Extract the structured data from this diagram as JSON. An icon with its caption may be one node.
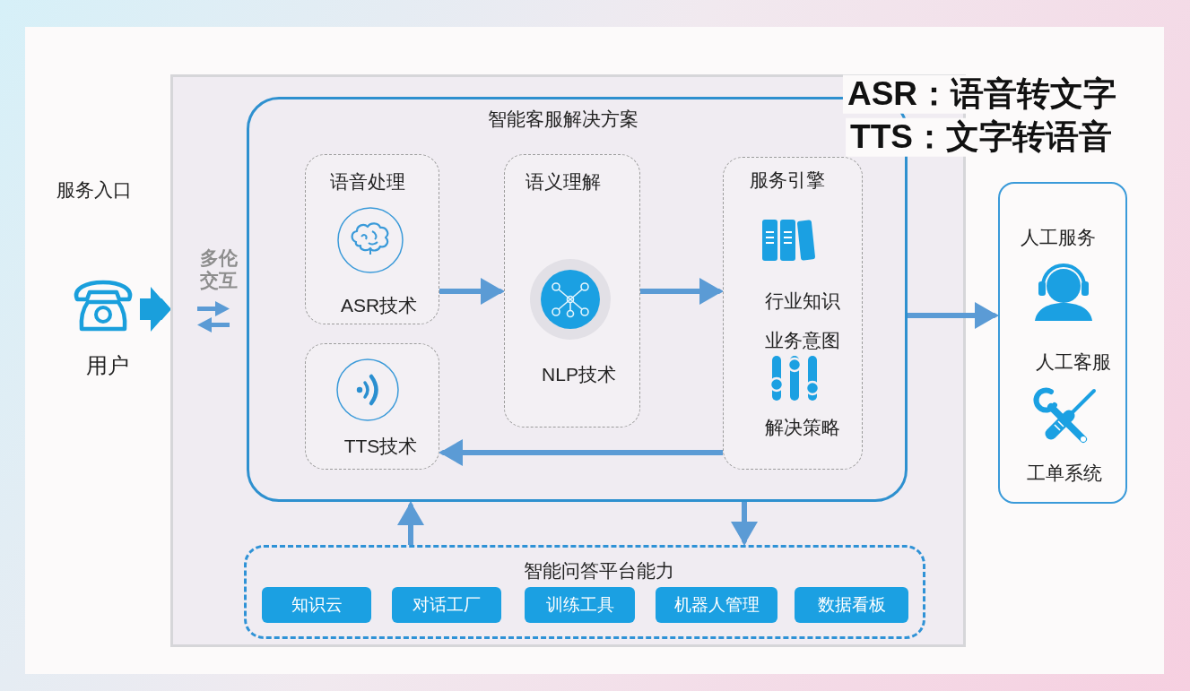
{
  "diagram": {
    "nodes": [
      {
        "text": [
          "用户"
        ]
      },
      {
        "text": [],
        "shape": "box"
      },
      {
        "text": [
          "智能客服解决方案"
        ],
        "in": 1
      },
      {
        "text": [
          "语音处理",
          "ASR技术"
        ],
        "in": 2
      },
      {
        "text": [
          "语义理解",
          "NLP技术"
        ],
        "in": 2
      },
      {
        "text": [
          "服务引擎",
          "行业知识",
          "业务意图",
          "解决策略"
        ],
        "in": 2
      },
      {
        "text": [
          "TTS技术"
        ],
        "in": 2
      },
      {
        "text": [
          "智能问答平台能力"
        ],
        "in": 1
      },
      {
        "text": [
          "知识云"
        ],
        "in": 7
      },
      {
        "text": [
          "对话工厂"
        ],
        "in": 7
      },
      {
        "text": [
          "训练工具"
        ],
        "in": 7
      },
      {
        "text": [
          "机器人管理"
        ],
        "in": 7
      },
      {
        "text": [
          "数据看板"
        ],
        "in": 7
      },
      {
        "text": [
          "人工服务",
          "人工客服",
          "工单系统"
        ]
      }
    ],
    "edges": [
      {
        "from": 0,
        "to": 1,
        "arrow": "to",
        "style": "thick",
        "color": "#1a9fdc"
      },
      {
        "from": 3,
        "to": 4,
        "arrow": "to"
      },
      {
        "from": 4,
        "to": 5,
        "arrow": "to"
      },
      {
        "from": 5,
        "to": 6,
        "arrow": "to"
      },
      {
        "from": 7,
        "to": 2,
        "arrow": "to"
      },
      {
        "from": 2,
        "to": 7,
        "arrow": "to"
      },
      {
        "from": 2,
        "to": 13,
        "arrow": "to"
      }
    ],
    "labels": [
      "服务入口",
      "多伦交互",
      "ASR：语音转文字",
      "TTS：文字转语音"
    ]
  }
}
